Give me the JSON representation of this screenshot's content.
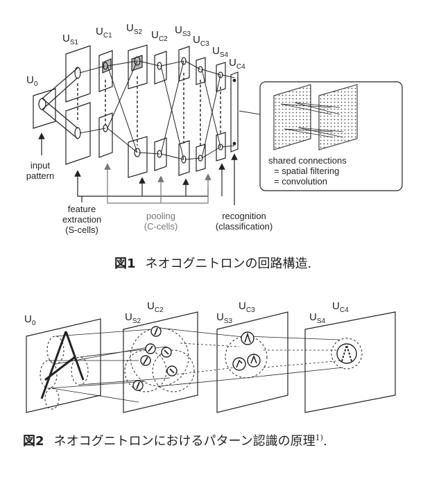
{
  "figure1": {
    "layers": [
      {
        "main": "U",
        "sub": "0"
      },
      {
        "main": "U",
        "sub": "S1"
      },
      {
        "main": "U",
        "sub": "C1"
      },
      {
        "main": "U",
        "sub": "S2"
      },
      {
        "main": "U",
        "sub": "C2"
      },
      {
        "main": "U",
        "sub": "S3"
      },
      {
        "main": "U",
        "sub": "C3"
      },
      {
        "main": "U",
        "sub": "S4"
      },
      {
        "main": "U",
        "sub": "C4"
      }
    ],
    "input_label": [
      "input",
      "pattern"
    ],
    "feature_label": [
      "feature",
      "extraction",
      "(S-cells)"
    ],
    "pooling_label": [
      "pooling",
      "(C-cells)"
    ],
    "recognition_label": [
      "recognition",
      "(classification)"
    ],
    "inset_label": [
      "shared connections",
      "= spatial filtering",
      "= convolution"
    ],
    "caption_num": "図1",
    "caption_text": "ネオコグニトロンの回路構造."
  },
  "figure2": {
    "layers": [
      {
        "main": "U",
        "sub": "0"
      },
      {
        "main": "U",
        "sub": "S2"
      },
      {
        "main": "U",
        "sub": "C2"
      },
      {
        "main": "U",
        "sub": "S3"
      },
      {
        "main": "U",
        "sub": "C3"
      },
      {
        "main": "U",
        "sub": "S4"
      },
      {
        "main": "U",
        "sub": "C4"
      }
    ],
    "caption_num": "図2",
    "caption_text": "ネオコグニトロンにおけるパターン認識の原理",
    "caption_ref": "1)",
    "caption_end": "."
  }
}
